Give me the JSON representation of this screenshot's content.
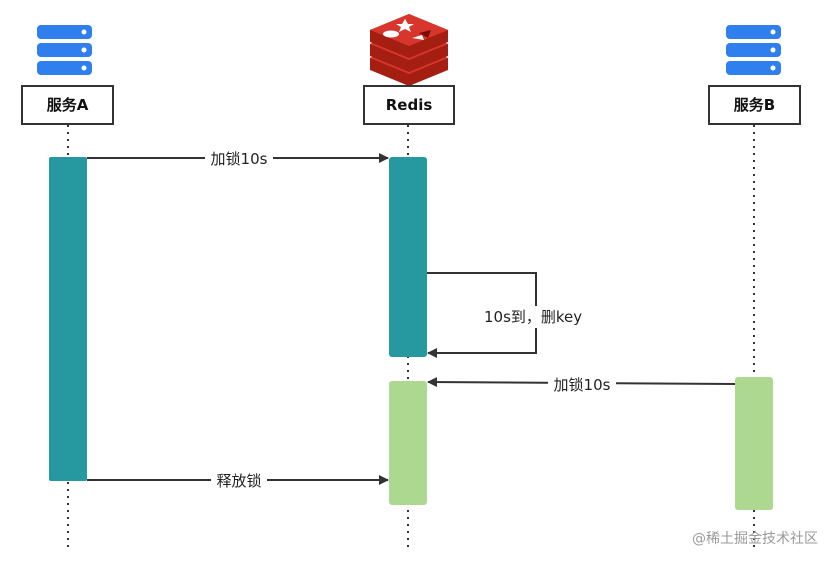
{
  "participants": {
    "service_a": {
      "name": "服务A"
    },
    "redis": {
      "name": "Redis"
    },
    "service_b": {
      "name": "服务B"
    }
  },
  "messages": {
    "a_lock": "加锁10s",
    "expire": "10s到，删key",
    "b_lock": "加锁10s",
    "a_release": "释放锁"
  },
  "watermark": "@稀土掘金技术社区",
  "colors": {
    "activation_teal": "#2699a0",
    "activation_green": "#acd98f",
    "server_icon_blue": "#2f80ee",
    "redis_red": "#d8362c",
    "arrow": "#333333"
  }
}
